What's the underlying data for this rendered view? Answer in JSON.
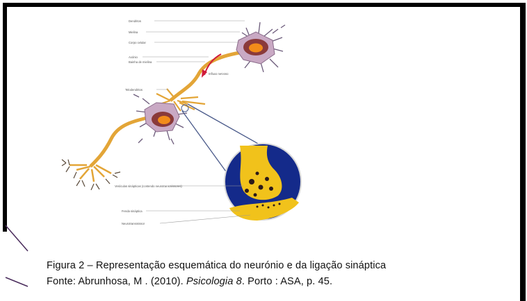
{
  "diagram": {
    "labels": [
      "Dendritos",
      "Mielina",
      "Corpo celular",
      "Axónio",
      "Bainha de mielina",
      "Influxo nervoso",
      "Telodendritos",
      "Vesículas sinápticas (contendo neurotransmissores)",
      "Fenda sináptica",
      "Neurotransmissor"
    ]
  },
  "caption": {
    "line1": "Figura  2 – Representação esquemática do neurónio e da ligação sináptica",
    "line2_prefix": "Fonte: Abrunhosa, M . (2010). ",
    "line2_title": "Psicologia 8",
    "line2_suffix": ". Porto : ASA, p. 45."
  }
}
